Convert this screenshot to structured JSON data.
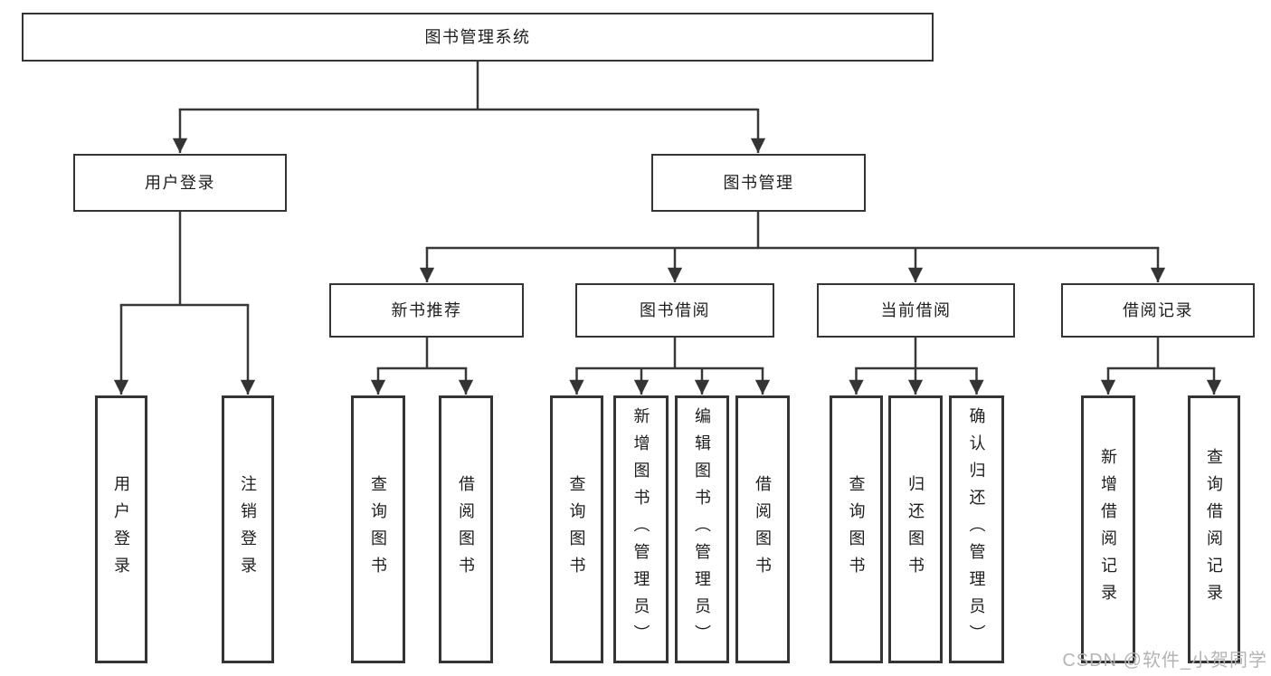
{
  "tree": {
    "root": "图书管理系统",
    "level2": [
      {
        "label": "用户登录",
        "children": [
          "用户登录",
          "注销登录"
        ]
      },
      {
        "label": "图书管理"
      }
    ],
    "level3": [
      {
        "label": "新书推荐",
        "children": [
          "查询图书",
          "借阅图书"
        ]
      },
      {
        "label": "图书借阅",
        "children": [
          "查询图书",
          "新增图书（管理员）",
          "编辑图书（管理员）",
          "借阅图书"
        ]
      },
      {
        "label": "当前借阅",
        "children": [
          "查询图书",
          "归还图书",
          "确认归还（管理员）"
        ]
      },
      {
        "label": "借阅记录",
        "children": [
          "新增借阅记录",
          "查询借阅记录"
        ]
      }
    ]
  },
  "watermark": "CSDN @软件_小贺同学",
  "colors": {
    "line": "#383838",
    "box_border": "#343434",
    "text": "#1e1e1e",
    "watermark": "#b4b4b4",
    "background": "#ffffff"
  }
}
